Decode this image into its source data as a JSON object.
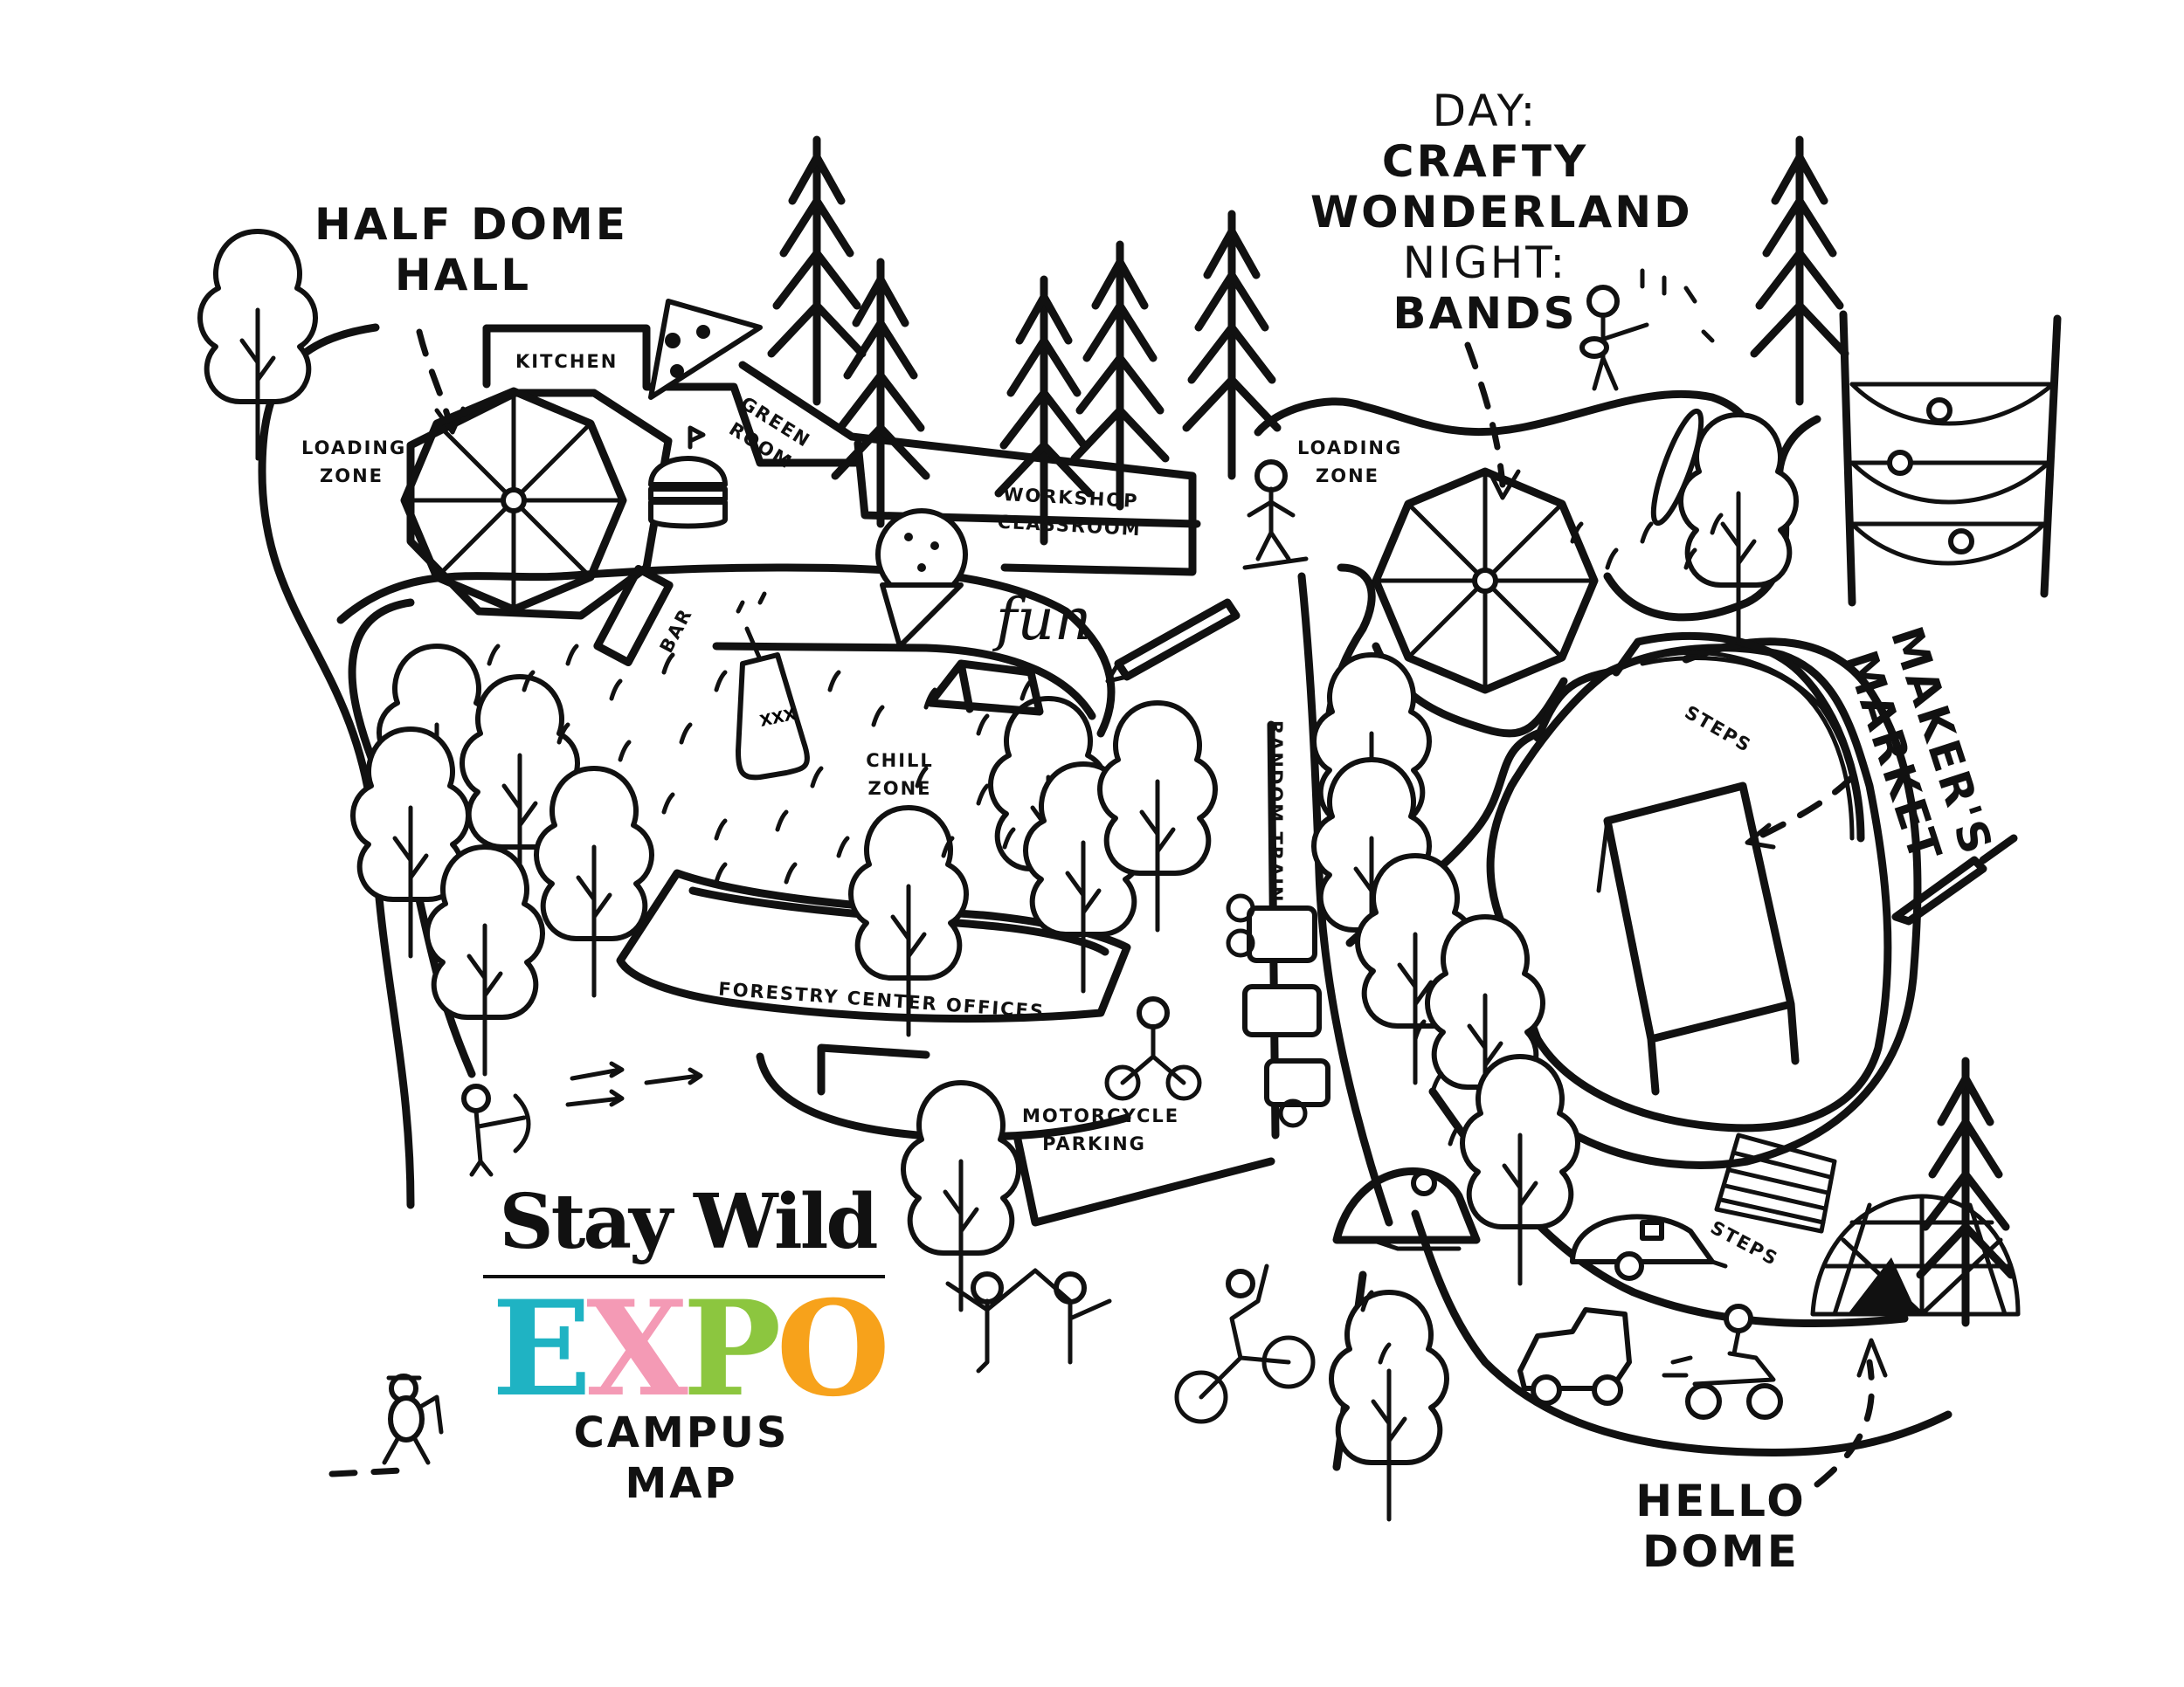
{
  "map": {
    "logo": {
      "top_line": "Stay Wild",
      "expo_letters": [
        "E",
        "X",
        "P",
        "O"
      ],
      "expo_colors": [
        "#1fb3c3",
        "#f49ab5",
        "#8cc63f",
        "#f7a21b"
      ],
      "subtitle_1": "CAMPUS",
      "subtitle_2": "MAP"
    },
    "labels": {
      "half_dome_hall_1": "HALF DOME",
      "half_dome_hall_2": "HALL",
      "kitchen": "KITCHEN",
      "loading_zone_left_1": "LOADING",
      "loading_zone_left_2": "ZONE",
      "green_room_1": "GREEN",
      "green_room_2": "ROOM",
      "workshop_1": "WORKSHOP",
      "workshop_2": "CLASSROOM",
      "bar": "BAR",
      "fun": "fun",
      "chill_1": "CHILL",
      "chill_2": "ZONE",
      "forestry": "FORESTRY CENTER OFFICES",
      "motorcycle_1": "MOTORCYCLE",
      "motorcycle_2": "PARKING",
      "random_train": "RANDOM TRAIN",
      "day": "DAY:",
      "crafty": "CRAFTY",
      "wonderland": "WONDERLAND",
      "night": "NIGHT:",
      "bands": "BANDS",
      "loading_zone_right_1": "LOADING",
      "loading_zone_right_2": "ZONE",
      "steps_upper": "STEPS",
      "steps_lower": "STEPS",
      "makers_1": "MAKER'S",
      "makers_2": "MARKET",
      "hello_1": "HELLO",
      "hello_2": "DOME",
      "bottle_mark": "XXX"
    },
    "icons": [
      "pine-tree-icon",
      "deciduous-tree-icon",
      "pizza-slice-icon",
      "burger-icon",
      "ice-cream-cone-icon",
      "bottle-icon",
      "pencil-icon",
      "tent-icon",
      "archer-icon",
      "arrow-icon",
      "motorcyclist-icon",
      "yoga-pose-icon",
      "cyclist-icon",
      "hiker-icon",
      "skateboarder-icon",
      "guitarist-icon",
      "surfboard-icon",
      "hammock-icon",
      "knife-icon",
      "train-icon",
      "camper-trailer-icon",
      "jeep-icon",
      "atv-rider-icon",
      "geodesic-dome-icon",
      "umbrella-dome-icon",
      "camping-tent-icon"
    ]
  }
}
